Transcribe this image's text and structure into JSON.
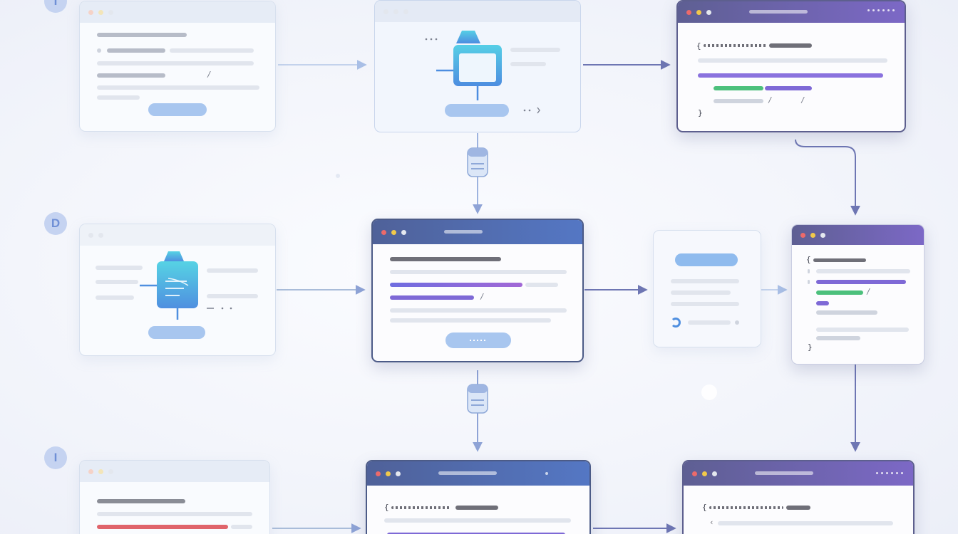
{
  "steps": {
    "row1": "I",
    "row2": "D",
    "row3": "I"
  },
  "row1": {
    "code_bracket_open": "{",
    "code_bracket_close": "}",
    "slash_mark": "/"
  },
  "row2": {
    "code_bracket_open": "{",
    "code_bracket_close": "}"
  },
  "row3": {
    "code_bracket_open_mid": "{",
    "code_bracket_open_right": "{"
  },
  "colors": {
    "accent_blue": "#5477c4",
    "accent_purple": "#7c68c6",
    "connector": "#7d8bc0",
    "connector_light": "#9db3df",
    "success_green": "#4cc07c"
  },
  "icons": [
    "clipboard-icon",
    "cylinder-connector-icon",
    "arrow-right-icon",
    "arrow-down-icon"
  ]
}
